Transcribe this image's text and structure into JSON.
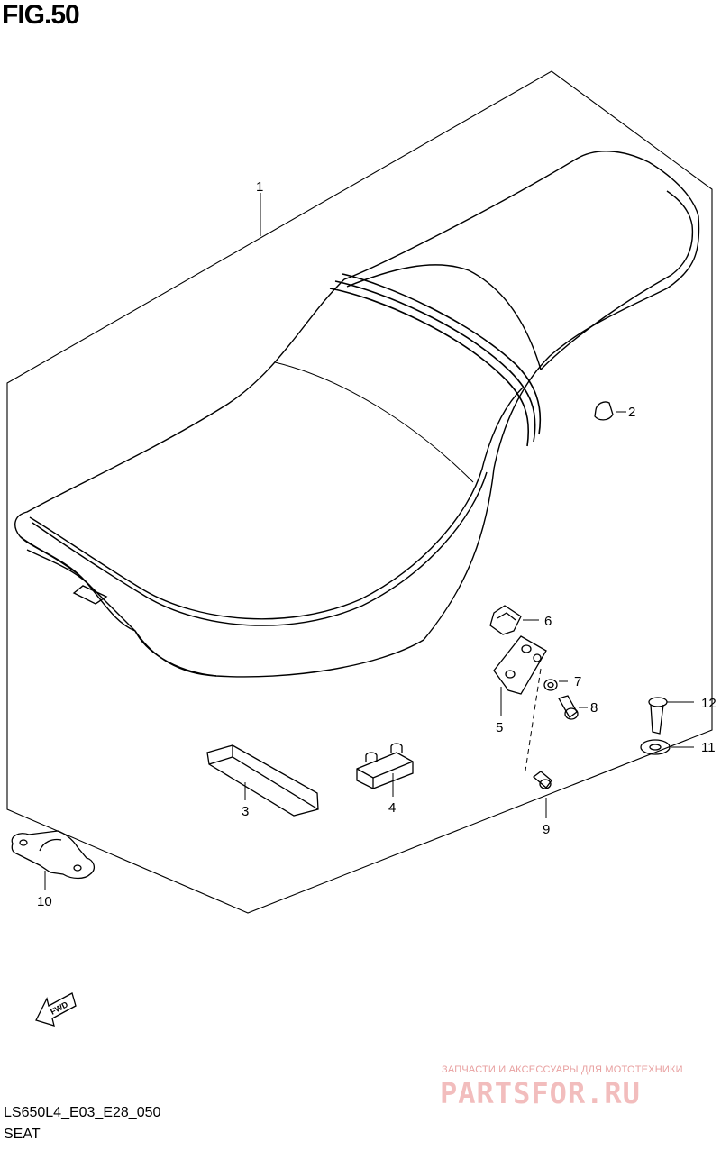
{
  "figure": {
    "title": "FIG.50"
  },
  "callouts": [
    {
      "id": "1",
      "label": "1"
    },
    {
      "id": "2",
      "label": "2"
    },
    {
      "id": "3",
      "label": "3"
    },
    {
      "id": "4",
      "label": "4"
    },
    {
      "id": "5",
      "label": "5"
    },
    {
      "id": "6",
      "label": "6"
    },
    {
      "id": "7",
      "label": "7"
    },
    {
      "id": "8",
      "label": "8"
    },
    {
      "id": "9",
      "label": "9"
    },
    {
      "id": "10",
      "label": "10"
    },
    {
      "id": "11",
      "label": "11"
    },
    {
      "id": "12",
      "label": "12"
    }
  ],
  "fwd_arrow": {
    "label": "FWD"
  },
  "footer": {
    "code": "LS650L4_E03_E28_050",
    "name": "SEAT"
  },
  "watermark": {
    "tagline": "ЗАПЧАСТИ И АКСЕССУАРЫ ДЛЯ МОТОТЕХНИКИ",
    "logo": "PARTSFOR.RU",
    "color": "#f2bdbd"
  },
  "colors": {
    "line": "#000000",
    "background": "#ffffff"
  }
}
